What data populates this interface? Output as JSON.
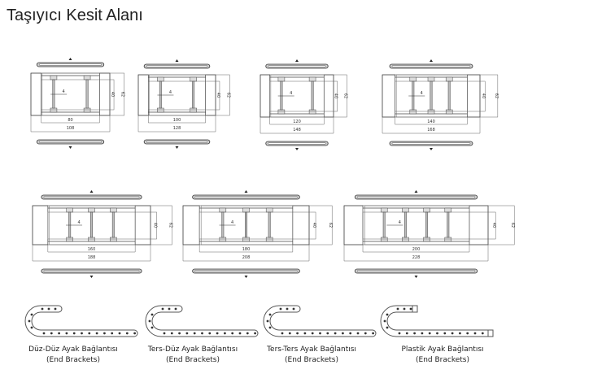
{
  "title": "Taşıyıcı Kesit Alanı",
  "sections": [
    {
      "inner": "80",
      "outer": "108",
      "h_inner": "40",
      "h_outer": "62",
      "bars": 2,
      "marker": "4"
    },
    {
      "inner": "100",
      "outer": "128",
      "h_inner": "40",
      "h_outer": "62",
      "bars": 2,
      "marker": "4"
    },
    {
      "inner": "120",
      "outer": "148",
      "h_inner": "40",
      "h_outer": "62",
      "bars": 2,
      "marker": "4"
    },
    {
      "inner": "140",
      "outer": "168",
      "h_inner": "40",
      "h_outer": "62",
      "bars": 3,
      "marker": "4"
    },
    {
      "inner": "160",
      "outer": "188",
      "h_inner": "40",
      "h_outer": "62",
      "bars": 3,
      "marker": "4"
    },
    {
      "inner": "180",
      "outer": "208",
      "h_inner": "40",
      "h_outer": "62",
      "bars": 3,
      "marker": "4"
    },
    {
      "inner": "200",
      "outer": "228",
      "h_inner": "40",
      "h_outer": "62",
      "bars": 4,
      "marker": "4"
    }
  ],
  "brackets": [
    {
      "label": "Düz-Düz Ayak Bağlantısı",
      "sub": "(End Brackets)",
      "type": "duz-duz"
    },
    {
      "label": "Ters-Düz Ayak Bağlantısı",
      "sub": "(End Brackets)",
      "type": "ters-duz"
    },
    {
      "label": "Ters-Ters Ayak Bağlantısı",
      "sub": "(End Brackets)",
      "type": "ters-ters"
    },
    {
      "label": "Plastik Ayak Bağlantısı",
      "sub": "(End Brackets)",
      "type": "plastik"
    }
  ]
}
